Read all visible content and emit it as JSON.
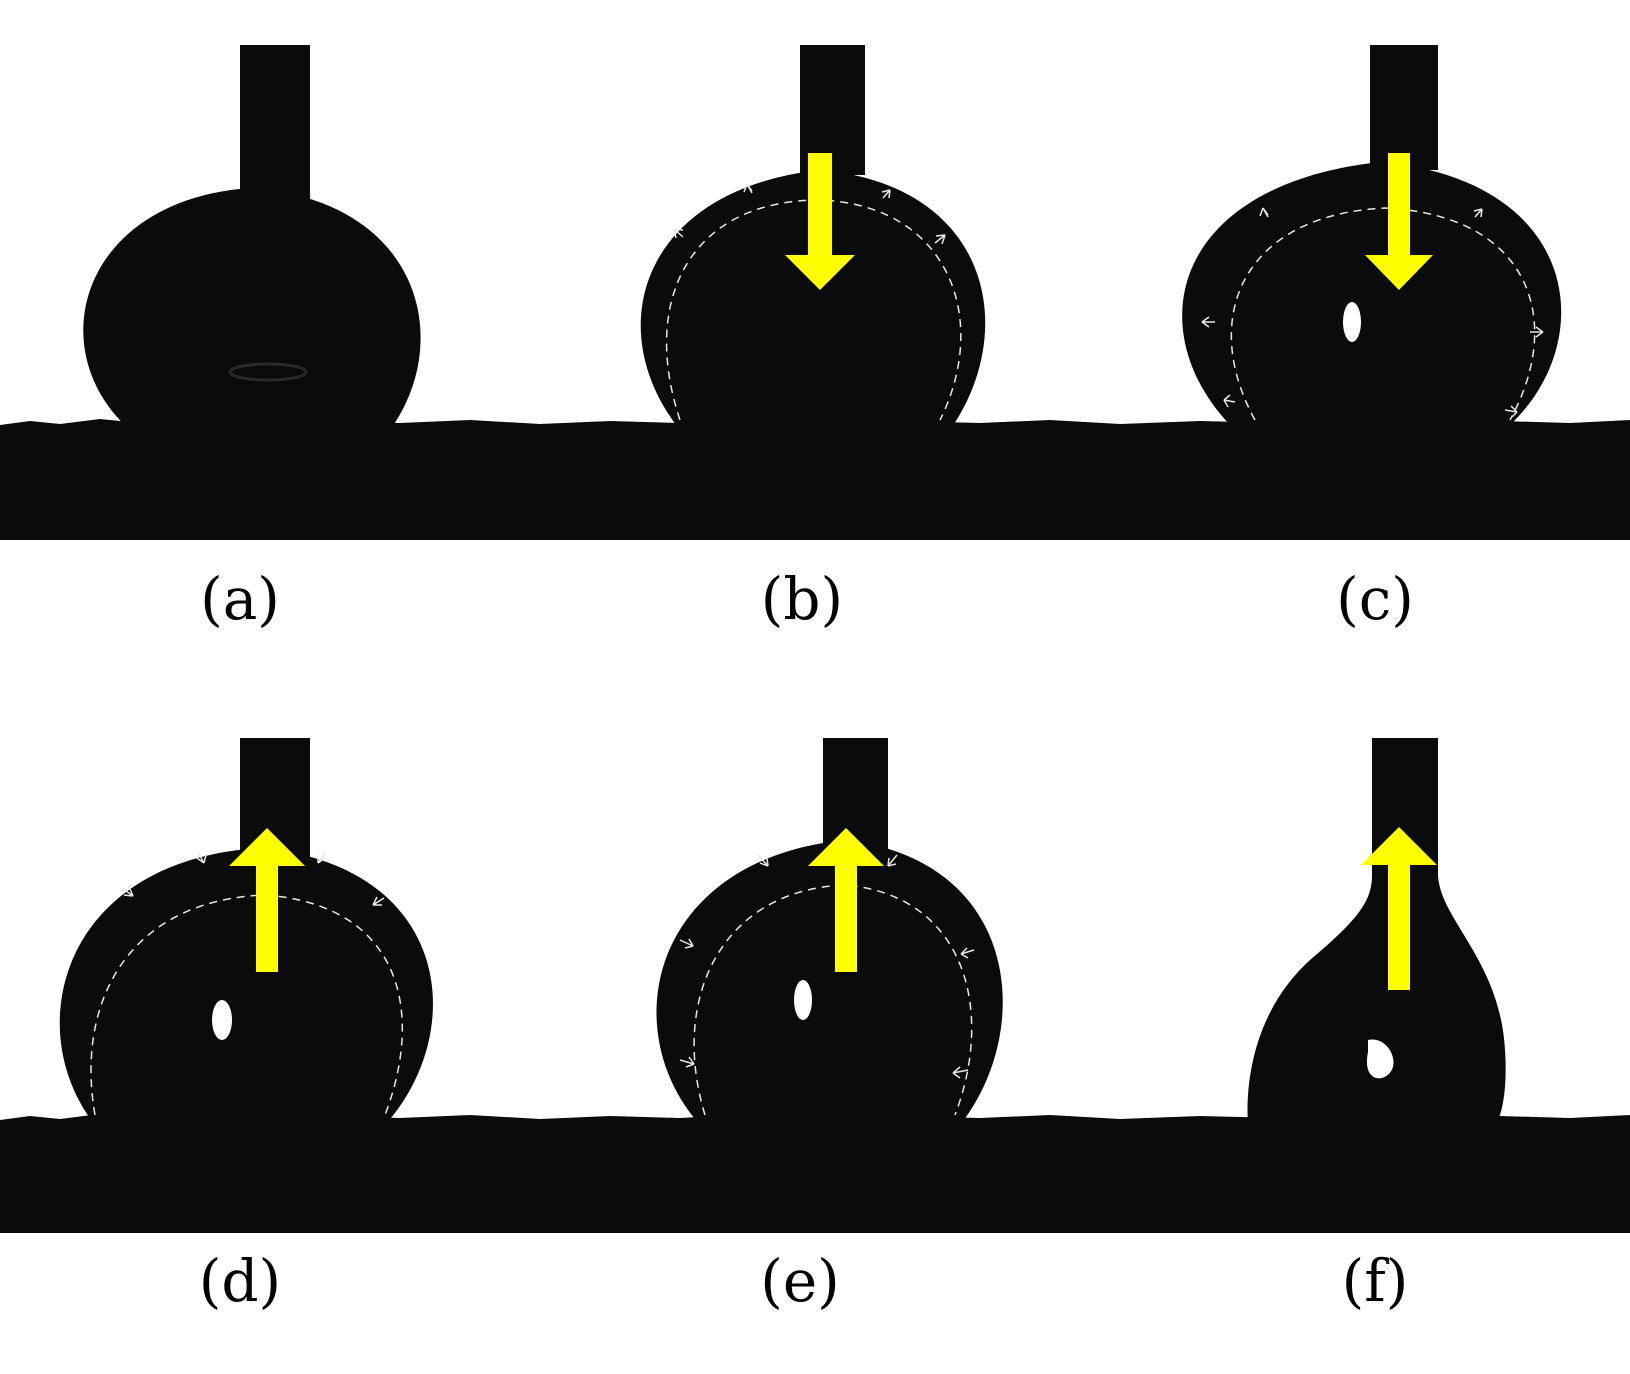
{
  "figure": {
    "panels": [
      {
        "label": "(a)",
        "arrow": "none",
        "flow": "none"
      },
      {
        "label": "(b)",
        "arrow": "down",
        "flow": "outward"
      },
      {
        "label": "(c)",
        "arrow": "down",
        "flow": "outward"
      },
      {
        "label": "(d)",
        "arrow": "up",
        "flow": "inward"
      },
      {
        "label": "(e)",
        "arrow": "up",
        "flow": "inward"
      },
      {
        "label": "(f)",
        "arrow": "up",
        "flow": "none"
      }
    ],
    "colors": {
      "background": "#ffffff",
      "silhouette": "#0b0b0b",
      "arrow": "#ffff00",
      "flow_lines": "#e8e8e8"
    }
  }
}
